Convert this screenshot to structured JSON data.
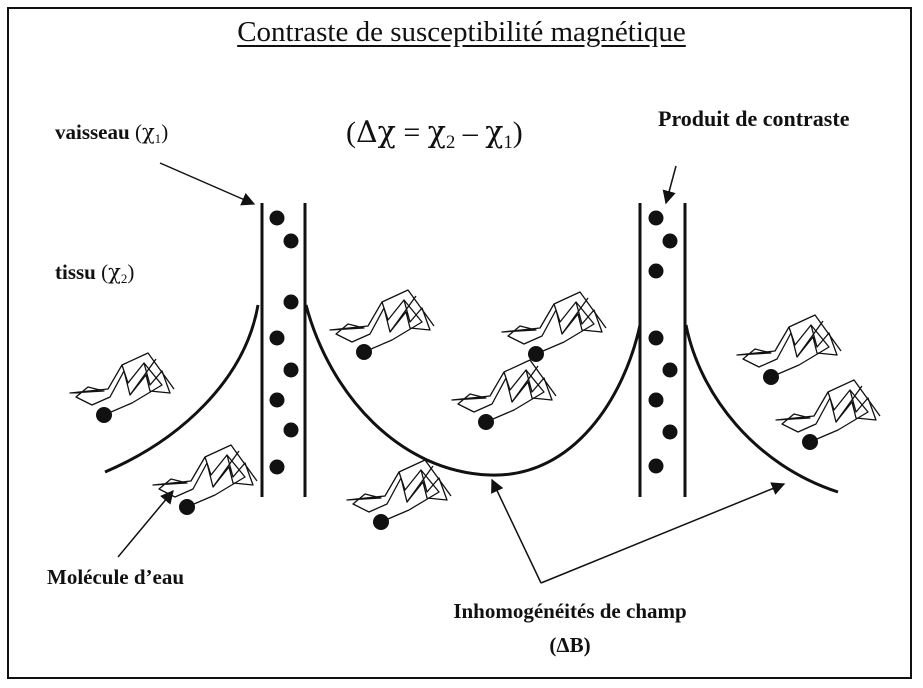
{
  "title": "Contraste de susceptibilité magnétique",
  "labels": {
    "vessel": {
      "text": "vaisseau",
      "symbol": "χ",
      "subscript": "1"
    },
    "tissue": {
      "text": "tissu",
      "symbol": "χ",
      "subscript": "2"
    },
    "formula": {
      "delta": "Δχ",
      "equals": "=",
      "chi2": "χ",
      "sub2": "2",
      "minus": "–",
      "chi1": "χ",
      "sub1": "1"
    },
    "contrast_agent": "Produit de contraste",
    "water_molecule": "Molécule d’eau",
    "field_inhomogeneities": "Inhomogénéités de champ",
    "field_symbol": "(ΔB)"
  },
  "colors": {
    "ink": "#111111",
    "background": "#ffffff"
  }
}
